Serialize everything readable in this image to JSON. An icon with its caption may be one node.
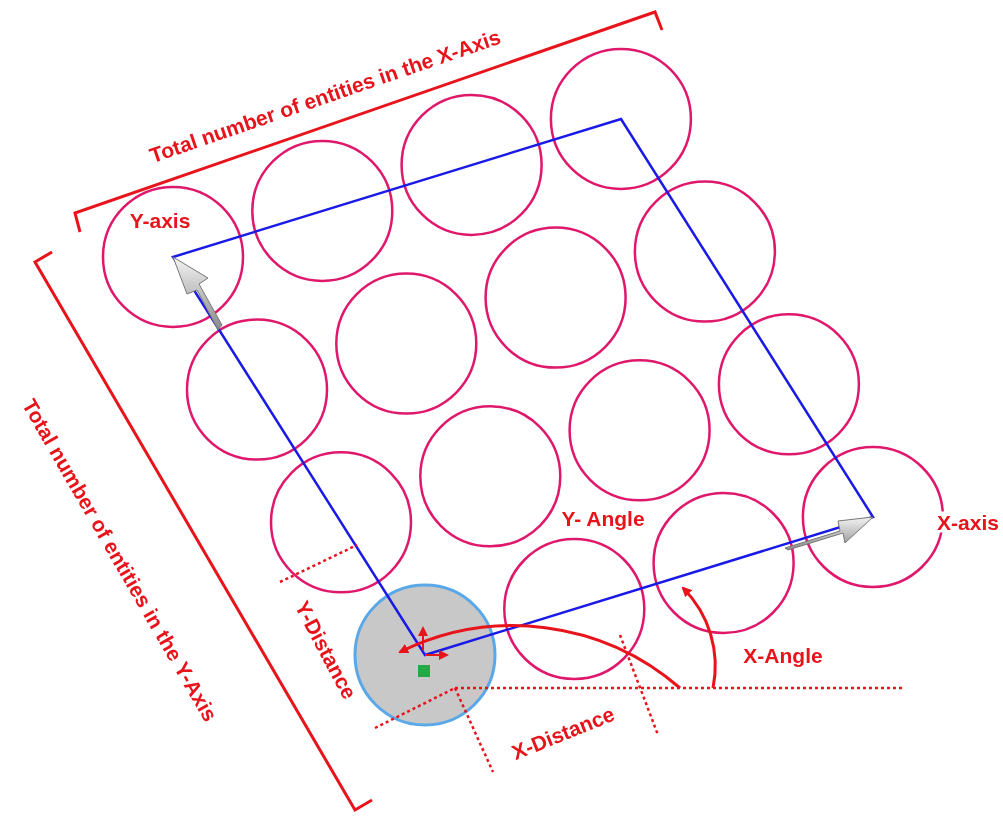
{
  "diagram": {
    "labels": [
      "Total number of entities in the X-Axis",
      "Y-axis",
      "Total number of entities in the Y-Axis",
      "Y- Angle",
      "X-axis",
      "X-Angle",
      "Y-Distance",
      "X-Distance"
    ]
  }
}
